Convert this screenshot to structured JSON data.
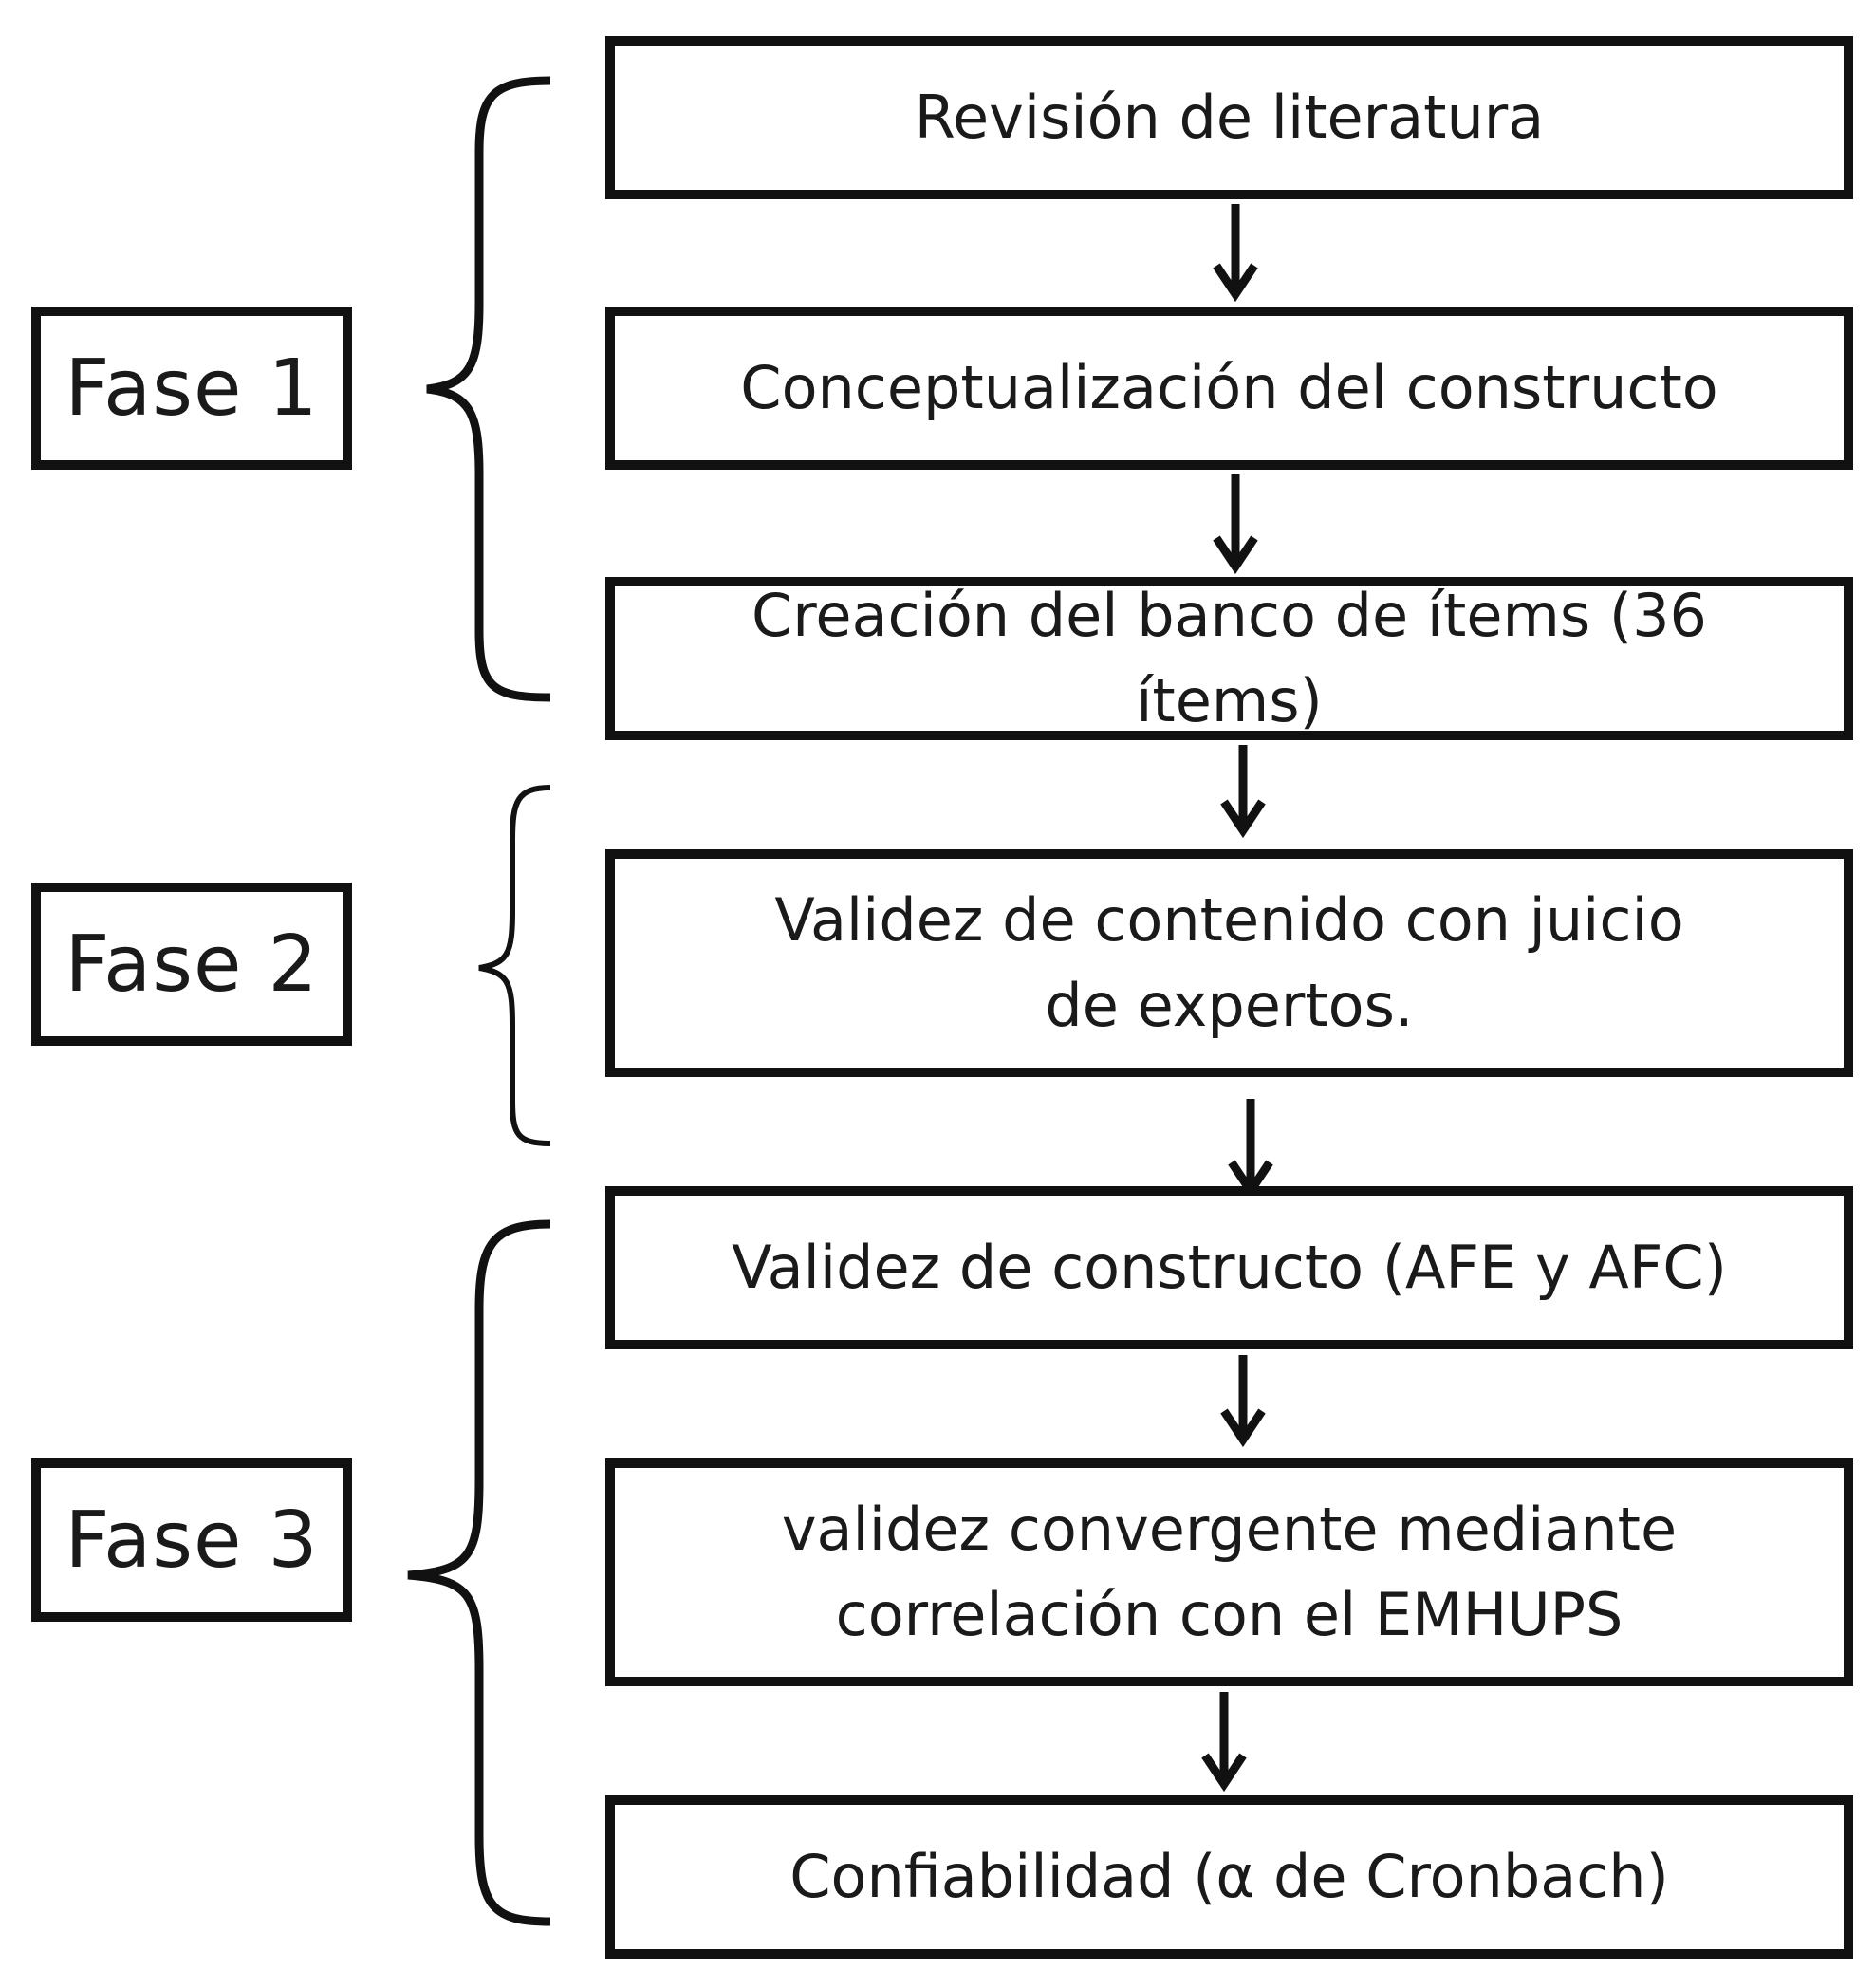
{
  "phases": [
    {
      "label": "Fase 1"
    },
    {
      "label": "Fase 2"
    },
    {
      "label": "Fase 3"
    }
  ],
  "steps": [
    {
      "label": "Revisión de literatura"
    },
    {
      "label": "Conceptualización del constructo"
    },
    {
      "label": "Creación del banco de ítems (36 ítems)"
    },
    {
      "label": "Validez de contenido con juicio de expertos."
    },
    {
      "label": "Validez de constructo (AFE y AFC)"
    },
    {
      "label": "validez convergente mediante correlación con el EMHUPS"
    },
    {
      "label": "Confiabilidad (α de Cronbach)"
    }
  ]
}
